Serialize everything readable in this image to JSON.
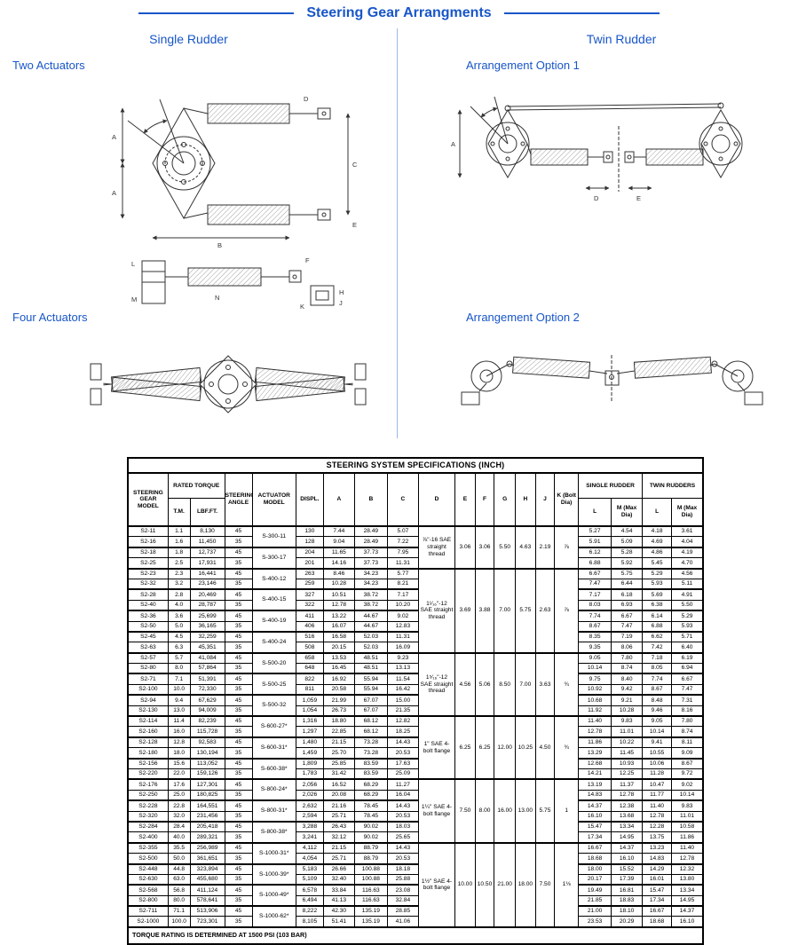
{
  "colors": {
    "accent": "#1856C8"
  },
  "page": {
    "title": "Steering Gear Arrangments",
    "left_heading": "Single Rudder",
    "right_heading": "Twin Rudder",
    "label_two_actuators": "Two Actuators",
    "label_option1": "Arrangement Option 1",
    "label_four_actuators": "Four Actuators",
    "label_option2": "Arrangement Option 2"
  },
  "diagrams": {
    "two_actuators": {
      "plan_labels": [
        "A",
        "A",
        "B",
        "C",
        "D",
        "E"
      ],
      "side_labels": [
        "F",
        "H",
        "J",
        "K",
        "L",
        "M",
        "N"
      ]
    },
    "option1": {
      "labels": [
        "A",
        "D",
        "E"
      ]
    }
  },
  "table": {
    "title": "STEERING SYSTEM SPECIFICATIONS (INCH)",
    "headers": {
      "model": "STEERING GEAR MODEL",
      "rated_torque": "RATED TORQUE",
      "tm": "T.M.",
      "lbfft": "LBF.FT.",
      "angle": "STEERING ANGLE",
      "actuator": "ACTUATOR MODEL",
      "displ": "DISPL.",
      "dims": [
        "A",
        "B",
        "C",
        "D",
        "E",
        "F",
        "G",
        "H",
        "J"
      ],
      "k": "K (Bolt Dia)",
      "single": "SINGLE RUDDER",
      "twin": "TWIN RUDDERS",
      "l": "L",
      "m": "M (Max Dia)"
    },
    "groups": [
      {
        "d": "⅞\"-16 SAE straight thread",
        "e": "3.06",
        "f": "3.06",
        "g": "5.50",
        "h": "4.63",
        "j": "2.19",
        "k": "⅞",
        "pairs": [
          {
            "actuator": "S-300-11",
            "rows": [
              [
                "S2-11",
                "1.1",
                "8,130",
                "45",
                "130",
                "7.44",
                "28.49",
                "5.07",
                "5.27",
                "4.54",
                "4.18",
                "3.61"
              ],
              [
                "S2-16",
                "1.6",
                "11,450",
                "35",
                "128",
                "9.04",
                "28.49",
                "7.22",
                "5.91",
                "5.09",
                "4.69",
                "4.04"
              ]
            ]
          },
          {
            "actuator": "S-300-17",
            "rows": [
              [
                "S2-18",
                "1.8",
                "12,737",
                "45",
                "204",
                "11.65",
                "37.73",
                "7.95",
                "6.12",
                "5.28",
                "4.86",
                "4.19"
              ],
              [
                "S2-25",
                "2.5",
                "17,931",
                "35",
                "201",
                "14.16",
                "37.73",
                "11.31",
                "6.88",
                "5.92",
                "5.45",
                "4.70"
              ]
            ]
          }
        ]
      },
      {
        "d": "1¹⁄₁₆\"-12 SAE straight thread",
        "e": "3.69",
        "f": "3.88",
        "g": "7.00",
        "h": "5.75",
        "j": "2.63",
        "k": "⅞",
        "pairs": [
          {
            "actuator": "S-400-12",
            "rows": [
              [
                "S2-23",
                "2.3",
                "16,441",
                "45",
                "263",
                "8.46",
                "34.23",
                "5.77",
                "6.67",
                "5.75",
                "5.29",
                "4.56"
              ],
              [
                "S2-32",
                "3.2",
                "23,146",
                "35",
                "259",
                "10.28",
                "34.23",
                "8.21",
                "7.47",
                "6.44",
                "5.93",
                "5.11"
              ]
            ]
          },
          {
            "actuator": "S-400-15",
            "rows": [
              [
                "S2-28",
                "2.8",
                "20,469",
                "45",
                "327",
                "10.51",
                "38.72",
                "7.17",
                "7.17",
                "6.18",
                "5.69",
                "4.91"
              ],
              [
                "S2-40",
                "4.0",
                "28,787",
                "35",
                "322",
                "12.78",
                "38.72",
                "10.20",
                "8.03",
                "6.93",
                "6.38",
                "5.50"
              ]
            ]
          },
          {
            "actuator": "S-400-19",
            "rows": [
              [
                "S2-36",
                "3.6",
                "25,699",
                "45",
                "411",
                "13.22",
                "44.67",
                "9.02",
                "7.74",
                "6.67",
                "6.14",
                "5.29"
              ],
              [
                "S2-50",
                "5.0",
                "36,165",
                "35",
                "406",
                "16.07",
                "44.67",
                "12.83",
                "8.67",
                "7.47",
                "6.88",
                "5.93"
              ]
            ]
          },
          {
            "actuator": "S-400-24",
            "rows": [
              [
                "S2-45",
                "4.5",
                "32,259",
                "45",
                "516",
                "16.58",
                "52.03",
                "11.31",
                "8.35",
                "7.19",
                "6.62",
                "5.71"
              ],
              [
                "S2-63",
                "6.3",
                "45,351",
                "35",
                "508",
                "20.15",
                "52.03",
                "16.09",
                "9.35",
                "8.06",
                "7.42",
                "6.40"
              ]
            ]
          }
        ]
      },
      {
        "d": "1⁵⁄₁₆\"-12 SAE straight thread",
        "e": "4.56",
        "f": "5.06",
        "g": "8.50",
        "h": "7.00",
        "j": "3.63",
        "k": "¾",
        "pairs": [
          {
            "actuator": "S-500-20",
            "rows": [
              [
                "S2-57",
                "5.7",
                "41,084",
                "45",
                "658",
                "13.53",
                "48.51",
                "9.23",
                "9.05",
                "7.80",
                "7.18",
                "6.19"
              ],
              [
                "S2-80",
                "8.0",
                "57,864",
                "35",
                "648",
                "16.45",
                "48.51",
                "13.13",
                "10.14",
                "8.74",
                "8.05",
                "6.94"
              ]
            ]
          },
          {
            "actuator": "S-500-25",
            "rows": [
              [
                "S2-71",
                "7.1",
                "51,391",
                "45",
                "822",
                "16.92",
                "55.94",
                "11.54",
                "9.75",
                "8.40",
                "7.74",
                "6.67"
              ],
              [
                "S2-100",
                "10.0",
                "72,330",
                "35",
                "811",
                "20.58",
                "55.94",
                "16.42",
                "10.92",
                "9.42",
                "8.67",
                "7.47"
              ]
            ]
          },
          {
            "actuator": "S-500-32",
            "rows": [
              [
                "S2-94",
                "9.4",
                "67,629",
                "45",
                "1,059",
                "21.99",
                "67.07",
                "15.00",
                "10.68",
                "9.21",
                "8.48",
                "7.31"
              ],
              [
                "S2-130",
                "13.0",
                "94,009",
                "35",
                "1,054",
                "26.73",
                "67.07",
                "21.35",
                "11.92",
                "10.28",
                "9.46",
                "8.16"
              ]
            ]
          }
        ]
      },
      {
        "d": "1\" SAE 4-bolt flange",
        "e": "6.25",
        "f": "6.25",
        "g": "12.00",
        "h": "10.25",
        "j": "4.50",
        "k": "¾",
        "pairs": [
          {
            "actuator": "S-600-27*",
            "rows": [
              [
                "S2-114",
                "11.4",
                "82,239",
                "45",
                "1,316",
                "18.80",
                "68.12",
                "12.82",
                "11.40",
                "9.83",
                "9.05",
                "7.80"
              ],
              [
                "S2-160",
                "16.0",
                "115,728",
                "35",
                "1,297",
                "22.85",
                "68.12",
                "18.25",
                "12.78",
                "11.01",
                "10.14",
                "8.74"
              ]
            ]
          },
          {
            "actuator": "S-600-31*",
            "rows": [
              [
                "S2-128",
                "12.8",
                "92,583",
                "45",
                "1,480",
                "21.15",
                "73.28",
                "14.43",
                "11.86",
                "10.22",
                "9.41",
                "8.11"
              ],
              [
                "S2-180",
                "18.0",
                "130,194",
                "35",
                "1,459",
                "25.70",
                "73.28",
                "20.53",
                "13.29",
                "11.45",
                "10.55",
                "9.09"
              ]
            ]
          },
          {
            "actuator": "S-600-38*",
            "rows": [
              [
                "S2-156",
                "15.6",
                "113,052",
                "45",
                "1,809",
                "25.85",
                "83.59",
                "17.63",
                "12.68",
                "10.93",
                "10.06",
                "8.67"
              ],
              [
                "S2-220",
                "22.0",
                "159,126",
                "35",
                "1,783",
                "31.42",
                "83.59",
                "25.09",
                "14.21",
                "12.25",
                "11.28",
                "9.72"
              ]
            ]
          }
        ]
      },
      {
        "d": "1¼\" SAE 4-bolt flange",
        "e": "7.50",
        "f": "8.00",
        "g": "16.00",
        "h": "13.00",
        "j": "5.75",
        "k": "1",
        "pairs": [
          {
            "actuator": "S-800-24*",
            "rows": [
              [
                "S2-176",
                "17.6",
                "127,301",
                "45",
                "2,056",
                "16.52",
                "68.29",
                "11.27",
                "13.19",
                "11.37",
                "10.47",
                "9.02"
              ],
              [
                "S2-250",
                "25.0",
                "180,825",
                "35",
                "2,026",
                "20.08",
                "68.29",
                "16.04",
                "14.83",
                "12.78",
                "11.77",
                "10.14"
              ]
            ]
          },
          {
            "actuator": "S-800-31*",
            "rows": [
              [
                "S2-228",
                "22.8",
                "164,551",
                "45",
                "2,632",
                "21.16",
                "78.45",
                "14.43",
                "14.37",
                "12.38",
                "11.40",
                "9.83"
              ],
              [
                "S2-320",
                "32.0",
                "231,456",
                "35",
                "2,594",
                "25.71",
                "78.45",
                "20.53",
                "16.10",
                "13.68",
                "12.78",
                "11.01"
              ]
            ]
          },
          {
            "actuator": "S-800-38*",
            "rows": [
              [
                "S2-284",
                "28.4",
                "205,418",
                "45",
                "3,288",
                "26.43",
                "90.02",
                "18.03",
                "15.47",
                "13.34",
                "12.28",
                "10.58"
              ],
              [
                "S2-400",
                "40.0",
                "289,321",
                "35",
                "3,241",
                "32.12",
                "90.02",
                "25.65",
                "17.34",
                "14.95",
                "13.75",
                "11.86"
              ]
            ]
          }
        ]
      },
      {
        "d": "1½\" SAE 4-bolt flange",
        "e": "10.00",
        "f": "10.50",
        "g": "21.00",
        "h": "18.00",
        "j": "7.50",
        "k": "1⅛",
        "pairs": [
          {
            "actuator": "S-1000-31*",
            "rows": [
              [
                "S2-355",
                "35.5",
                "256,989",
                "45",
                "4,112",
                "21.15",
                "88.79",
                "14.43",
                "16.67",
                "14.37",
                "13.23",
                "11.40"
              ],
              [
                "S2-500",
                "50.0",
                "361,651",
                "35",
                "4,054",
                "25.71",
                "88.79",
                "20.53",
                "18.68",
                "16.10",
                "14.83",
                "12.78"
              ]
            ]
          },
          {
            "actuator": "S-1000-39*",
            "rows": [
              [
                "S2-448",
                "44.8",
                "323,894",
                "45",
                "5,183",
                "26.66",
                "100.88",
                "18.18",
                "18.00",
                "15.52",
                "14.29",
                "12.32"
              ],
              [
                "S2-630",
                "63.0",
                "455,680",
                "35",
                "5,109",
                "32.40",
                "100.88",
                "25.88",
                "20.17",
                "17.39",
                "16.01",
                "13.80"
              ]
            ]
          },
          {
            "actuator": "S-1000-49*",
            "rows": [
              [
                "S2-568",
                "56.8",
                "411,124",
                "45",
                "6,578",
                "33.84",
                "116.63",
                "23.08",
                "19.49",
                "16.81",
                "15.47",
                "13.34"
              ],
              [
                "S2-800",
                "80.0",
                "578,641",
                "35",
                "6,494",
                "41.13",
                "116.63",
                "32.84",
                "21.85",
                "18.83",
                "17.34",
                "14.95"
              ]
            ]
          },
          {
            "actuator": "S-1000-62*",
            "rows": [
              [
                "S2-711",
                "71.1",
                "513,906",
                "45",
                "8,222",
                "42.30",
                "135.19",
                "28.85",
                "21.00",
                "18.10",
                "16.67",
                "14.37"
              ],
              [
                "S2-1000",
                "100.0",
                "723,301",
                "35",
                "8,105",
                "51.41",
                "135.19",
                "41.06",
                "23.53",
                "20.29",
                "18.68",
                "16.10"
              ]
            ]
          }
        ]
      }
    ],
    "footer": "TORQUE RATING IS DETERMINED AT 1500 PSI (103 BAR)"
  }
}
